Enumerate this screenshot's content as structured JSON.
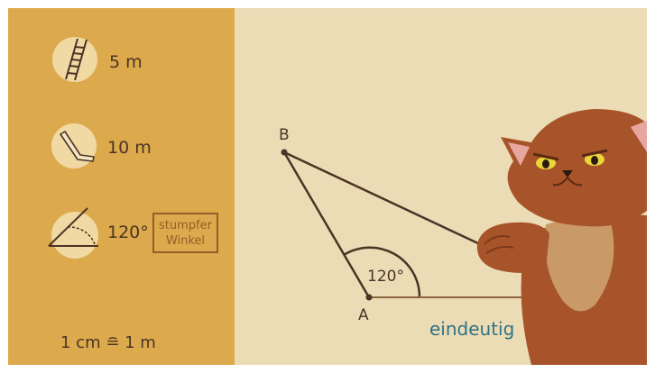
{
  "sidebar": {
    "ladder": {
      "icon": "ladder-icon",
      "length": "5 m"
    },
    "slide": {
      "icon": "slide-icon",
      "length": "10 m"
    },
    "angle": {
      "icon": "angle-icon",
      "value": "120°",
      "badge_line1": "stumpfer",
      "badge_line2": "Winkel"
    },
    "scale": "1 cm ≘ 1 m"
  },
  "figure": {
    "point_b": "B",
    "point_a": "A",
    "angle_label": "120°",
    "result": "eindeutig"
  },
  "colors": {
    "sidebar": "#dcaa4c",
    "background": "#ecdcb6",
    "text": "#4a3425",
    "accent": "#2f7383",
    "badge": "#9a5a2a"
  }
}
